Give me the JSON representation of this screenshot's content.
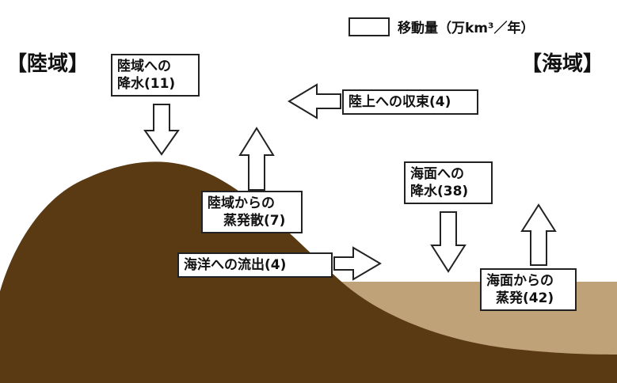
{
  "legend": {
    "label": "移動量（万km³／年）"
  },
  "regions": {
    "land": "【陸域】",
    "ocean": "【海域】"
  },
  "flows": {
    "land_precip": {
      "line1": "陸域への",
      "line2": "降水(11)"
    },
    "convergence": {
      "line1": "陸上への収束(4)"
    },
    "land_evap": {
      "line1": "陸域からの",
      "line2": "蒸発散(7)"
    },
    "runoff": {
      "line1": "海洋への流出(4)"
    },
    "ocean_precip": {
      "line1": "海面への",
      "line2": "降水(38)"
    },
    "ocean_evap": {
      "line1": "海面からの",
      "line2": "蒸発(42)"
    }
  },
  "colors": {
    "land": "#5a3a12",
    "ocean": "#bfa278",
    "arrow_fill": "#ffffff",
    "arrow_stroke": "#222222"
  }
}
